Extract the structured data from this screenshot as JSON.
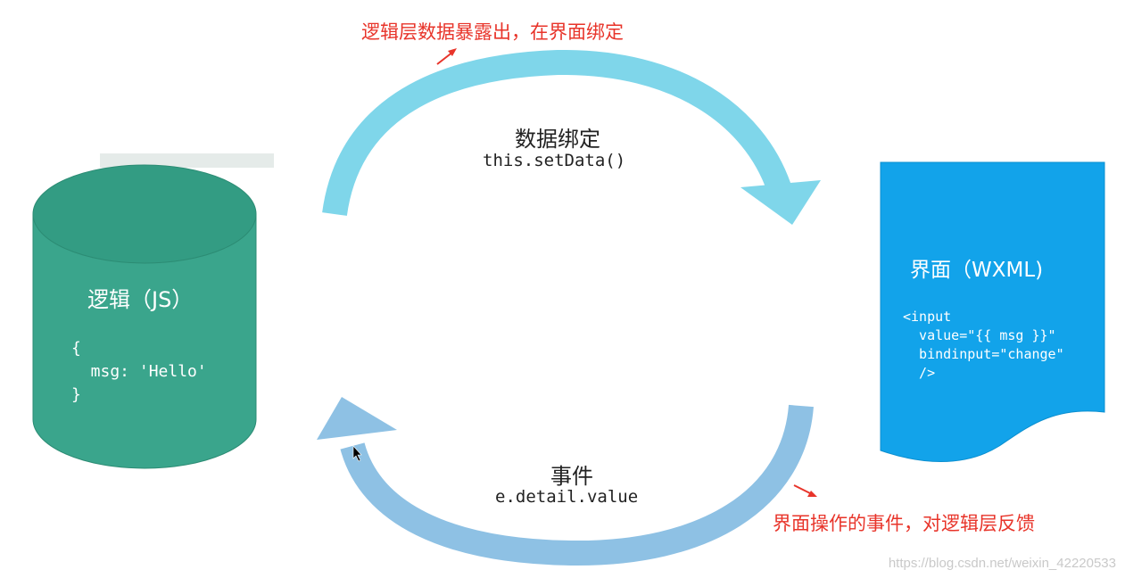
{
  "annotations": {
    "top": "逻辑层数据暴露出，在界面绑定",
    "bottom": "界面操作的事件，对逻辑层反馈"
  },
  "top_arrow": {
    "title": "数据绑定",
    "code": "this.setData()"
  },
  "bottom_arrow": {
    "title": "事件",
    "code": "e.detail.value"
  },
  "logic_cylinder": {
    "title": "逻辑（JS）",
    "code_lines": [
      "{",
      "  msg: 'Hello'",
      "}"
    ]
  },
  "view_document": {
    "title": "界面（WXML)",
    "code_lines": [
      "<input",
      "  value=\"{{ msg }}\"",
      "  bindinput=\"change\"",
      "  />"
    ]
  },
  "watermark": "https://blog.csdn.net/weixin_42220533",
  "colors": {
    "cylinder": "#3aa58c",
    "cylinder_top": "#2f9a80",
    "document": "#12a3ea",
    "top_arrow": "#7fd6ea",
    "bottom_arrow": "#8ec1e4",
    "annotation": "#e8342a"
  }
}
